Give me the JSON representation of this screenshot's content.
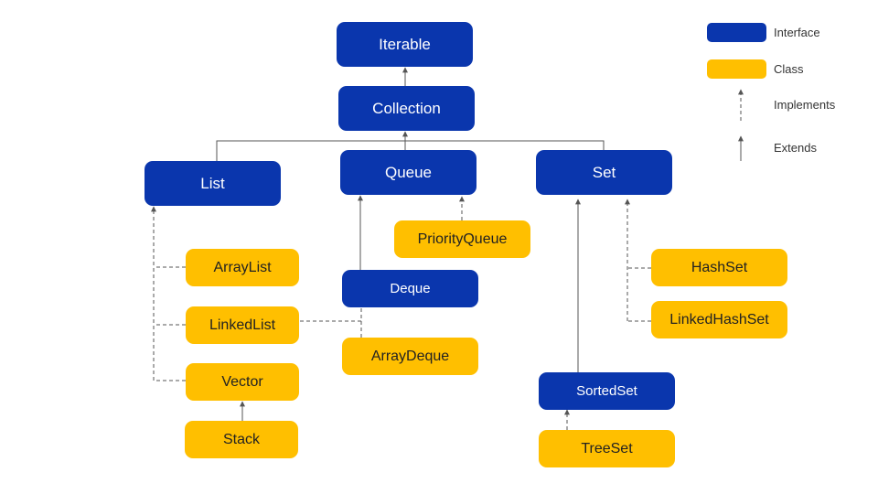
{
  "colors": {
    "interface": "#0a36ad",
    "class": "#ffbf00",
    "line": "#555555"
  },
  "legend": {
    "interface_label": "Interface",
    "class_label": "Class",
    "implements_label": "Implements",
    "extends_label": "Extends"
  },
  "nodes": {
    "iterable": "Iterable",
    "collection": "Collection",
    "list": "List",
    "queue": "Queue",
    "set": "Set",
    "priority_queue": "PriorityQueue",
    "array_list": "ArrayList",
    "deque": "Deque",
    "linked_list": "LinkedList",
    "array_deque": "ArrayDeque",
    "vector": "Vector",
    "stack": "Stack",
    "hash_set": "HashSet",
    "linked_hash_set": "LinkedHashSet",
    "sorted_set": "SortedSet",
    "tree_set": "TreeSet"
  }
}
